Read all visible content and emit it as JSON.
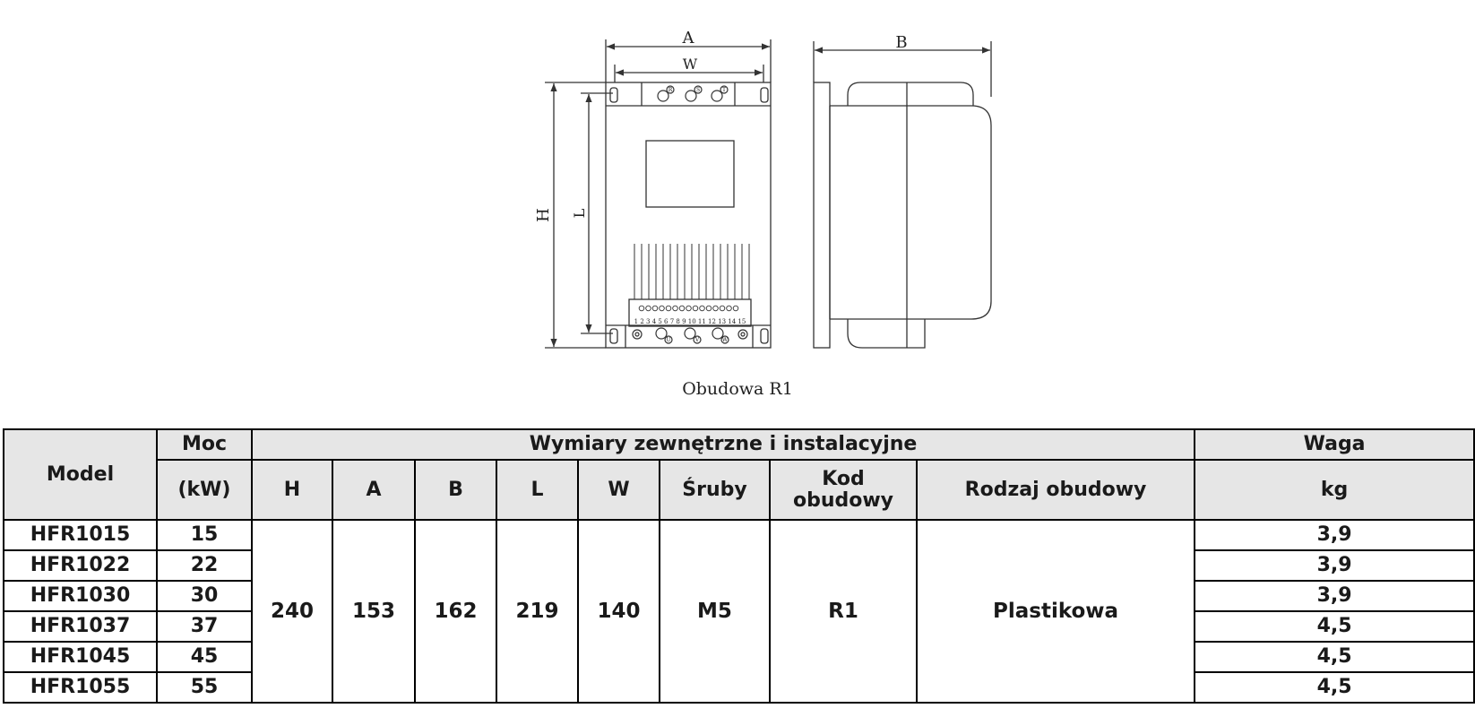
{
  "diagram": {
    "labels": {
      "A": "A",
      "W": "W",
      "B": "B",
      "H": "H",
      "L": "L"
    },
    "top_terminals": [
      "R",
      "S",
      "T"
    ],
    "bottom_terminals": [
      "U",
      "V",
      "W"
    ],
    "control_terminal_numbers": "1 2 3 4 5 6 7 8 9 10 11 12 13 14 15"
  },
  "caption": "Obudowa R1",
  "table": {
    "headers": {
      "model": "Model",
      "moc": "Moc",
      "moc_unit": "(kW)",
      "dims_group": "Wymiary zewnętrzne i instalacyjne",
      "waga": "Waga",
      "waga_unit": "kg",
      "H": "H",
      "A": "A",
      "B": "B",
      "L": "L",
      "W": "W",
      "sruby": "Śruby",
      "kod": "Kod obudowy",
      "rodzaj": "Rodzaj obudowy"
    },
    "shared": {
      "H": "240",
      "A": "153",
      "B": "162",
      "L": "219",
      "W": "140",
      "sruby": "M5",
      "kod": "R1",
      "rodzaj": "Plastikowa"
    },
    "rows": [
      {
        "model": "HFR1015",
        "moc": "15",
        "waga": "3,9"
      },
      {
        "model": "HFR1022",
        "moc": "22",
        "waga": "3,9"
      },
      {
        "model": "HFR1030",
        "moc": "30",
        "waga": "3,9"
      },
      {
        "model": "HFR1037",
        "moc": "37",
        "waga": "4,5"
      },
      {
        "model": "HFR1045",
        "moc": "45",
        "waga": "4,5"
      },
      {
        "model": "HFR1055",
        "moc": "55",
        "waga": "4,5"
      }
    ]
  }
}
